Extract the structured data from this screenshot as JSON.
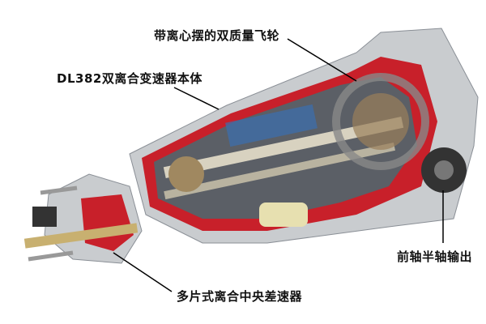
{
  "labels": {
    "flywheel": "带离心摆的双质量飞轮",
    "gearbox": "DL382双离合变速器本体",
    "front_axle": "前轴半轴输出",
    "center_diff": "多片式离合中央差速器"
  },
  "colors": {
    "casing": "#c9cccf",
    "cutaway": "#c8202a",
    "metal": "#8a8f96",
    "accent_blue": "#3a6fb0"
  }
}
